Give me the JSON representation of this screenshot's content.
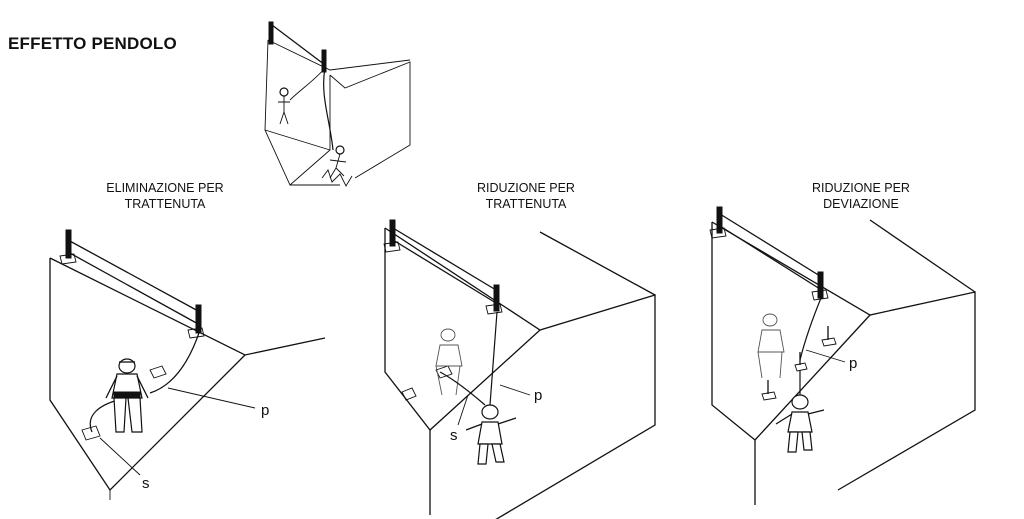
{
  "title": "EFFETTO PENDOLO",
  "panels": [
    {
      "caption_line1": "ELIMINAZIONE PER",
      "caption_line2": "TRATTENUTA",
      "labels": {
        "p": "p",
        "s": "s"
      }
    },
    {
      "caption_line1": "RIDUZIONE PER",
      "caption_line2": "TRATTENUTA",
      "labels": {
        "p": "p",
        "s": "s"
      }
    },
    {
      "caption_line1": "RIDUZIONE PER",
      "caption_line2": "DEVIAZIONE",
      "labels": {
        "p": "p"
      }
    }
  ]
}
